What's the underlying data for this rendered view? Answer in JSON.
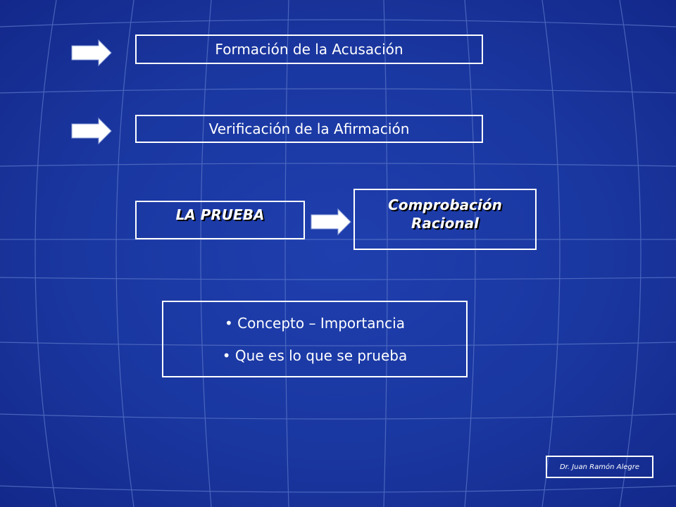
{
  "slide": {
    "items": [
      {
        "label": "Formación de la Acusación"
      },
      {
        "label": "Verificación de la Afirmación"
      }
    ],
    "prueba": {
      "label": "LA PRUEBA"
    },
    "comprobacion": {
      "line1": "Comprobación",
      "line2": "Racional"
    },
    "bullets": [
      {
        "text": "• Concepto – Importancia"
      },
      {
        "text": "• Que es lo que se prueba"
      }
    ],
    "author": "Dr. Juan Ramón Alegre"
  },
  "colors": {
    "background": "#1a37a0",
    "gridlines": "#5a76c8",
    "border": "#ffffff",
    "text": "#ffffff"
  }
}
